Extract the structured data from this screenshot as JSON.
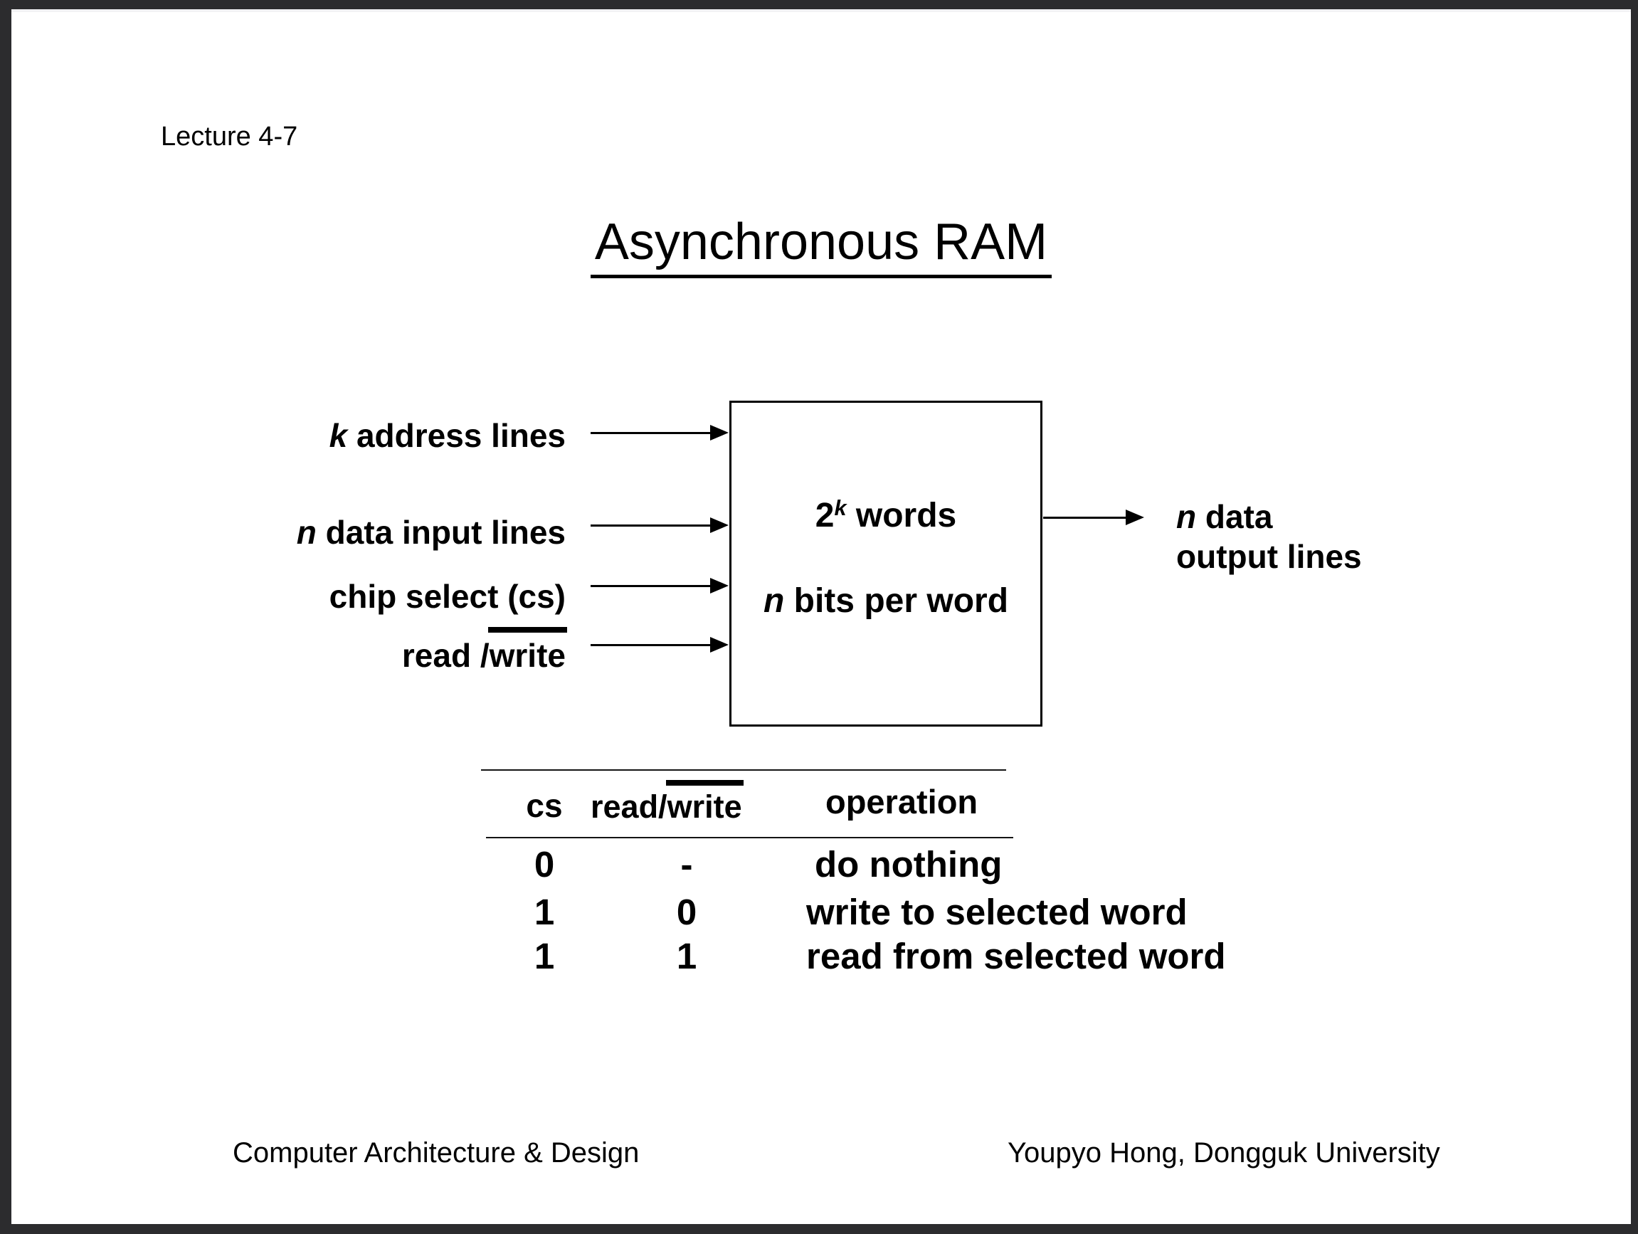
{
  "slide": {
    "lecture_label": "Lecture 4-7",
    "title": "Asynchronous RAM",
    "footer": {
      "left": "Computer Architecture & Design",
      "right": "Youpyo Hong, Dongguk University"
    }
  },
  "diagram": {
    "box": {
      "words_base": "2",
      "words_sup": "k",
      "words_rest": " words",
      "bits_var": "n",
      "bits_rest": " bits per word"
    },
    "inputs": {
      "address": {
        "var": "k",
        "rest": " address lines"
      },
      "data_in": {
        "var": "n",
        "rest": " data input lines"
      },
      "chip_select": {
        "text": "chip select (cs)"
      },
      "read_write": {
        "pre": "read /",
        "over": "write"
      }
    },
    "output": {
      "var": "n",
      "rest": " data",
      "line2": "output lines"
    }
  },
  "table": {
    "header": {
      "cs": "cs",
      "rw_pre": "read/",
      "rw_over": "write",
      "operation": "operation"
    },
    "rows": [
      {
        "cs": "0",
        "rw": "-",
        "operation": "do nothing"
      },
      {
        "cs": "1",
        "rw": "0",
        "operation": "write to selected word"
      },
      {
        "cs": "1",
        "rw": "1",
        "operation": "read from selected word"
      }
    ]
  }
}
